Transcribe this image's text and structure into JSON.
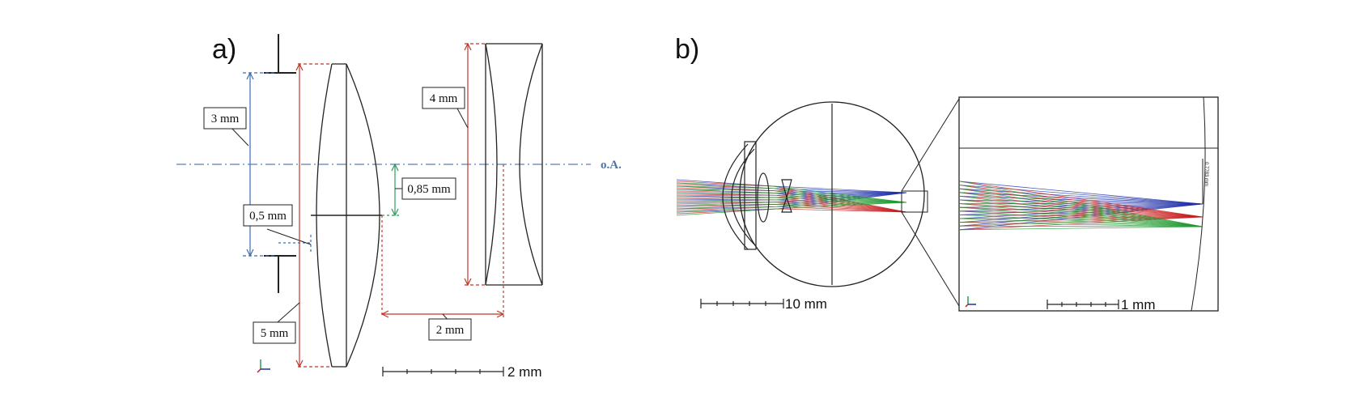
{
  "panels": {
    "a": {
      "label": "a)",
      "dimensions": {
        "aperture": "3 mm",
        "lens_height": "5 mm",
        "lens2_height": "4 mm",
        "gap": "0,5 mm",
        "sag": "0,85 mm",
        "separation": "2 mm"
      },
      "optical_axis_label": "o.A.",
      "scale_bar": "2 mm"
    },
    "b": {
      "label": "b)",
      "scale_bar_main": "10 mm",
      "scale_bar_inset": "1 mm",
      "inset_value": "0.7783 mm",
      "ray_colors": [
        "#1f2fa8",
        "#c81e1e",
        "#1e9a2e"
      ]
    }
  },
  "colors": {
    "dimension_red": "#c0392b",
    "dimension_blue": "#3b6fb0",
    "dimension_green": "#2e9a5a",
    "axis_blue": "#5a7fb5"
  }
}
